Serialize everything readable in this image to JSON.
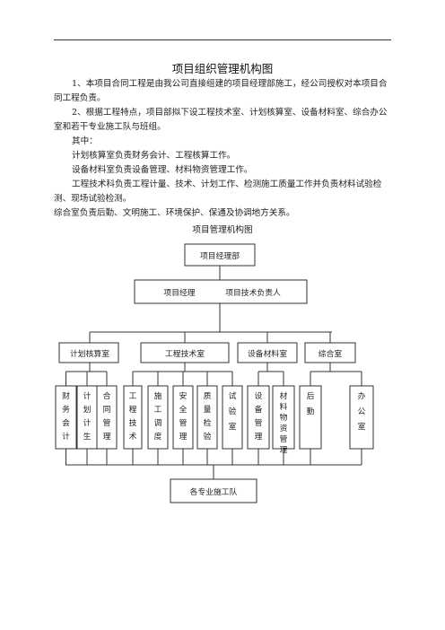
{
  "document": {
    "title": "项目组织管理机构图",
    "paragraphs": [
      "1、本项目合同工程是由我公司直接组建的项目经理部施工，经公司授权对本项目合同工程负责。",
      "2、根据工程特点，项目部拟下设工程技术室、计划核算室、设备材料室、综合办公室和若干专业施工队与班组。",
      "其中：",
      "计划核算室负责财务会计、工程核算工作。",
      "设备材料室负责设备管理、材料物资管理工作。",
      "工程技术科负责工程计量、技术、计划工作、检测施工质量工作并负责材料试验检测、现场试验检测。",
      "综合室负责后勤、文明施工、环境保护、保通及协调地方关系。"
    ]
  },
  "org_chart": {
    "title": "项目管理机构图",
    "top": "项目经理部",
    "managers": [
      "项目经理",
      "项目技术负责人"
    ],
    "departments": [
      "计划核算室",
      "工程技术室",
      "设备材料室",
      "综合室"
    ],
    "leaves": [
      "财务会计",
      "计划计生",
      "合同管理",
      "工程技术",
      "施工调度",
      "安全管理",
      "质量检验",
      "试验室",
      "设备管理",
      "材料物资管理",
      "后勤",
      "办公室"
    ],
    "bottom": "各专业施工队"
  }
}
